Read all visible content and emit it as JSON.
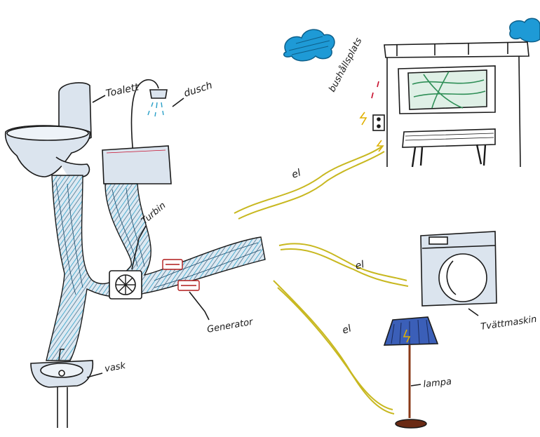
{
  "labels": {
    "toilet": "Toalett",
    "shower": "dusch",
    "turbine": "Turbin",
    "generator": "Generator",
    "sink": "vask",
    "kitchen": "bushållsplats",
    "washer": "Tvättmaskin",
    "lamp": "lampa",
    "wire1": "el",
    "wire2": "el",
    "wire3": "el"
  },
  "colors": {
    "ink": "#1a1a1a",
    "water": "#2aa0c8",
    "pipe_fill": "#dde9f2",
    "wire": "#c8b820",
    "spark": "#e0b000",
    "cloud": "#1e9ad6",
    "map_green": "#2f8f57",
    "lamp_shade": "#3b5fb8",
    "lamp_base": "#6a2a14"
  }
}
